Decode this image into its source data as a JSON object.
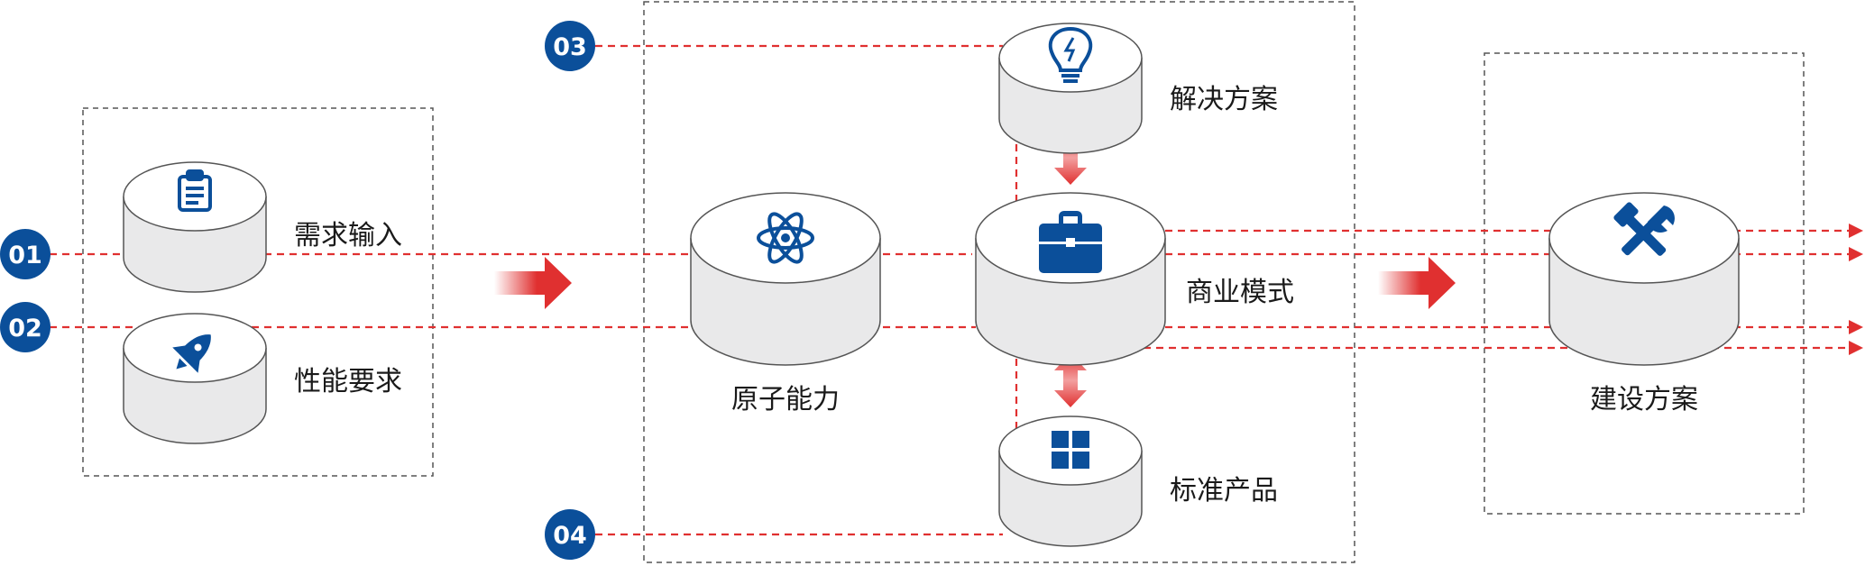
{
  "colors": {
    "accent_blue": "#0b4f9a",
    "flow_red": "#e03030",
    "frame_gray": "#555555",
    "cylinder_fill": "#e9e9ea",
    "cylinder_stroke": "#555555"
  },
  "badges": [
    "01",
    "02",
    "03",
    "04"
  ],
  "input_group": {
    "items": [
      {
        "label": "需求输入",
        "icon": "clipboard-icon"
      },
      {
        "label": "性能要求",
        "icon": "rocket-icon"
      }
    ]
  },
  "core_group": {
    "atomic": {
      "label": "原子能力",
      "icon": "atom-icon"
    },
    "solution": {
      "label": "解决方案",
      "icon": "lightbulb-icon"
    },
    "business": {
      "label": "商业模式",
      "icon": "briefcase-icon"
    },
    "product": {
      "label": "标准产品",
      "icon": "grid-icon"
    }
  },
  "output_group": {
    "construction": {
      "label": "建设方案",
      "icon": "tools-icon"
    }
  }
}
